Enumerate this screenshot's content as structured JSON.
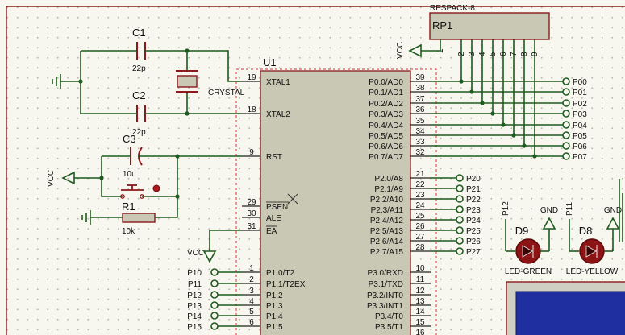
{
  "components": {
    "c1": {
      "ref": "C1",
      "value": "22p"
    },
    "c2": {
      "ref": "C2",
      "value": "22p"
    },
    "c3": {
      "ref": "C3",
      "value": "10u"
    },
    "crystal": {
      "label": "CRYSTAL"
    },
    "r1": {
      "ref": "R1",
      "value": "10k"
    },
    "rp1": {
      "ref": "RP1",
      "type": "RESPACK-8",
      "pins": [
        "1",
        "2",
        "3",
        "4",
        "5",
        "6",
        "7",
        "8",
        "9"
      ]
    },
    "u1": {
      "ref": "U1"
    },
    "d9": {
      "ref": "D9",
      "label": "LED-GREEN",
      "anode_net": "P12",
      "cathode_net": "GND"
    },
    "d8": {
      "ref": "D8",
      "label": "LED-YELLOW",
      "anode_net": "P11",
      "cathode_net": "GND"
    }
  },
  "power": {
    "vcc": "VCC",
    "gnd": "GND"
  },
  "u1_left_pins": [
    {
      "num": "19",
      "name": "XTAL1"
    },
    {
      "num": "18",
      "name": "XTAL2"
    },
    {
      "num": "9",
      "name": "RST"
    },
    {
      "num": "29",
      "name": "PSEN"
    },
    {
      "num": "30",
      "name": "ALE"
    },
    {
      "num": "31",
      "name": "EA"
    },
    {
      "num": "1",
      "name": "P1.0/T2",
      "net": "P10"
    },
    {
      "num": "2",
      "name": "P1.1/T2EX",
      "net": "P11"
    },
    {
      "num": "3",
      "name": "P1.2",
      "net": "P12"
    },
    {
      "num": "4",
      "name": "P1.3",
      "net": "P13"
    },
    {
      "num": "5",
      "name": "P1.4",
      "net": "P14"
    },
    {
      "num": "6",
      "name": "P1.5",
      "net": "P15"
    }
  ],
  "u1_right_pins": [
    {
      "num": "39",
      "name": "P0.0/AD0",
      "net": "P00"
    },
    {
      "num": "38",
      "name": "P0.1/AD1",
      "net": "P01"
    },
    {
      "num": "37",
      "name": "P0.2/AD2",
      "net": "P02"
    },
    {
      "num": "36",
      "name": "P0.3/AD3",
      "net": "P03"
    },
    {
      "num": "35",
      "name": "P0.4/AD4",
      "net": "P04"
    },
    {
      "num": "34",
      "name": "P0.5/AD5",
      "net": "P05"
    },
    {
      "num": "33",
      "name": "P0.6/AD6",
      "net": "P06"
    },
    {
      "num": "32",
      "name": "P0.7/AD7",
      "net": "P07"
    },
    {
      "num": "21",
      "name": "P2.0/A8",
      "net": "P20"
    },
    {
      "num": "22",
      "name": "P2.1/A9",
      "net": "P21"
    },
    {
      "num": "23",
      "name": "P2.2/A10",
      "net": "P22"
    },
    {
      "num": "24",
      "name": "P2.3/A11",
      "net": "P23"
    },
    {
      "num": "25",
      "name": "P2.4/A12",
      "net": "P24"
    },
    {
      "num": "26",
      "name": "P2.5/A13",
      "net": "P25"
    },
    {
      "num": "27",
      "name": "P2.6/A14",
      "net": "P26"
    },
    {
      "num": "28",
      "name": "P2.7/A15",
      "net": "P27"
    },
    {
      "num": "10",
      "name": "P3.0/RXD"
    },
    {
      "num": "11",
      "name": "P3.1/TXD"
    },
    {
      "num": "12",
      "name": "P3.2/INT0"
    },
    {
      "num": "13",
      "name": "P3.3/INT1"
    },
    {
      "num": "14",
      "name": "P3.4/T0"
    },
    {
      "num": "15",
      "name": "P3.5/T1"
    },
    {
      "num": "16",
      "name": ""
    }
  ],
  "colors": {
    "wire": "#1f5a1f",
    "component": "#8b1a1a",
    "chip_fill": "#c9c8b4",
    "led_fill": "#8c1414",
    "display": "#1f2fa0"
  }
}
